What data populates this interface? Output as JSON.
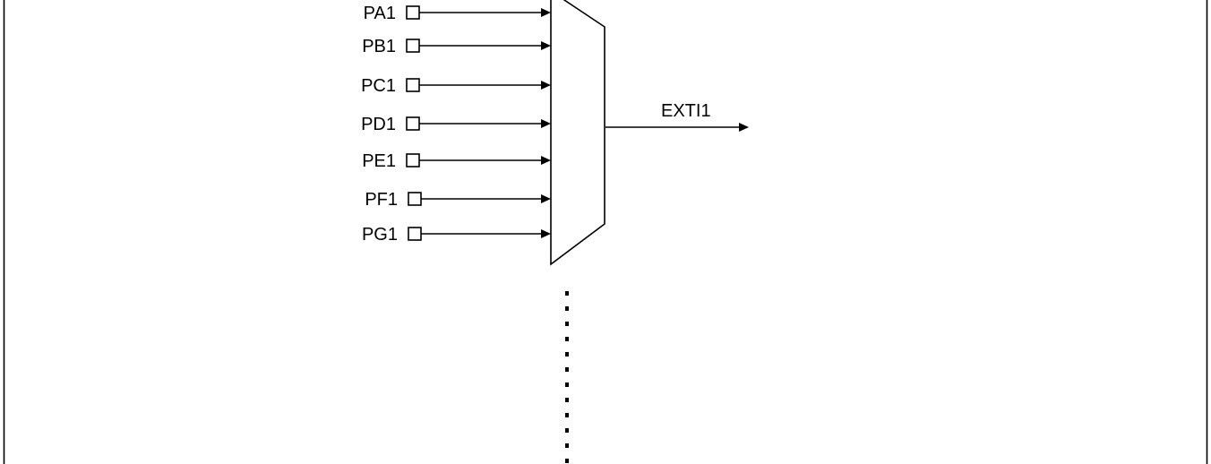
{
  "inputs": [
    {
      "label": "PA1"
    },
    {
      "label": "PB1"
    },
    {
      "label": "PC1"
    },
    {
      "label": "PD1"
    },
    {
      "label": "PE1"
    },
    {
      "label": "PF1"
    },
    {
      "label": "PG1"
    }
  ],
  "output": {
    "label": "EXTI1"
  },
  "colors": {
    "stroke": "#000000",
    "background": "#ffffff"
  }
}
